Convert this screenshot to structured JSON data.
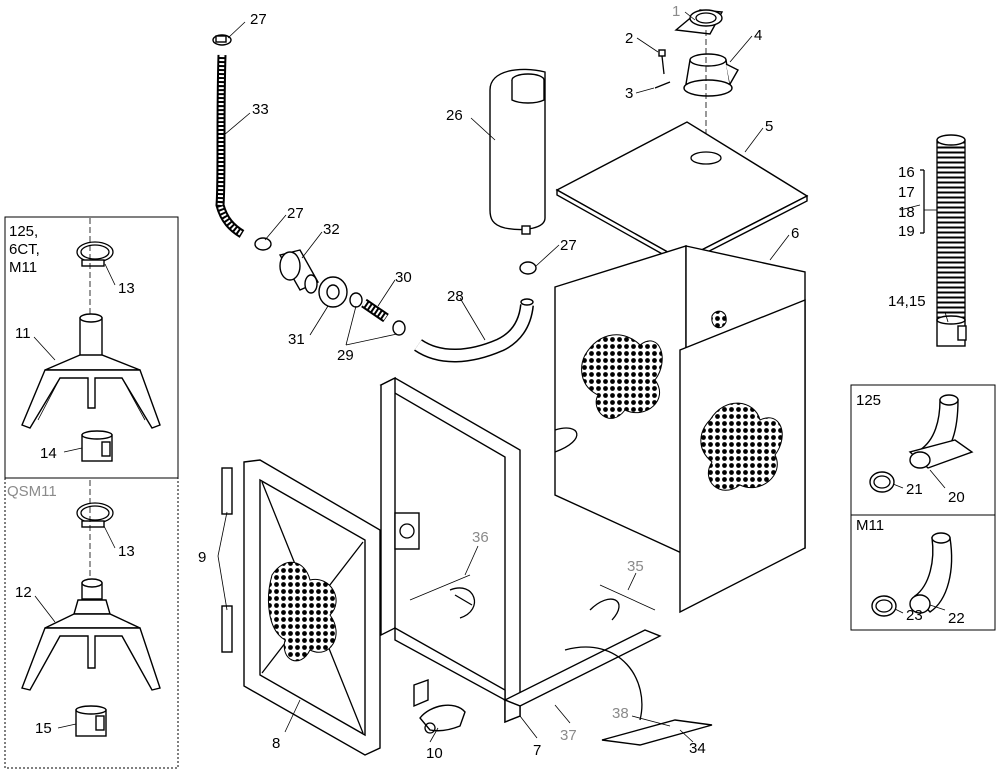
{
  "colors": {
    "ink": "#000000",
    "gray_label": "#8a8a8a",
    "paper": "#ffffff"
  },
  "inset_left_top": {
    "label_lines": [
      "125,",
      "6CT,",
      "M11"
    ]
  },
  "inset_left_bottom": {
    "label": "QSM11"
  },
  "inset_right_top": {
    "label": "125"
  },
  "inset_right_bottom": {
    "label": "M11"
  },
  "callouts": {
    "c1": "1",
    "c2": "2",
    "c3": "3",
    "c4": "4",
    "c5": "5",
    "c6": "6",
    "c7": "7",
    "c8": "8",
    "c9": "9",
    "c10": "10",
    "c11": "11",
    "c12": "12",
    "c13a": "13",
    "c13b": "13",
    "c14": "14",
    "c14_15": "14,15",
    "c15": "15",
    "c16": "16",
    "c17": "17",
    "c18": "18",
    "c19": "19",
    "c20": "20",
    "c21": "21",
    "c22": "22",
    "c23": "23",
    "c26": "26",
    "c27a": "27",
    "c27b": "27",
    "c27c": "27",
    "c28": "28",
    "c29": "29",
    "c30": "30",
    "c31": "31",
    "c32": "32",
    "c33": "33",
    "c34": "34",
    "c35": "35",
    "c36": "36",
    "c37": "37",
    "c38": "38"
  }
}
